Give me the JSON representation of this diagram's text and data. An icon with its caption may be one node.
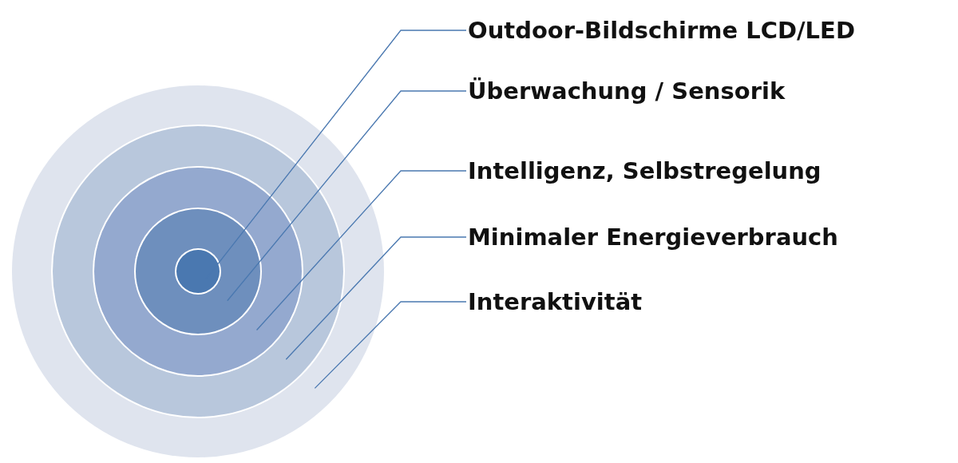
{
  "diagram": {
    "nodes": [
      {
        "text": [],
        "shape": "circle"
      },
      {
        "text": [],
        "shape": "circle",
        "in": 0
      },
      {
        "text": [],
        "shape": "circle",
        "in": 1
      },
      {
        "text": [],
        "shape": "circle",
        "in": 2
      },
      {
        "text": [],
        "shape": "circle",
        "in": 3
      },
      {
        "text": [
          "Outdoor-Bildschirme LCD/LED"
        ]
      },
      {
        "text": [
          "Überwachung / Sensorik"
        ]
      },
      {
        "text": [
          "Intelligenz, Selbstregelung"
        ]
      },
      {
        "text": [
          "Minimaler Energieverbrauch"
        ]
      },
      {
        "text": [
          "Interaktivität"
        ]
      }
    ],
    "edges": [
      {
        "from": 5,
        "to": 4,
        "arrow": "none"
      },
      {
        "from": 6,
        "to": 3,
        "arrow": "none"
      },
      {
        "from": 7,
        "to": 2,
        "arrow": "none"
      },
      {
        "from": 8,
        "to": 1,
        "arrow": "none"
      },
      {
        "from": 9,
        "to": 0,
        "arrow": "none"
      }
    ]
  }
}
